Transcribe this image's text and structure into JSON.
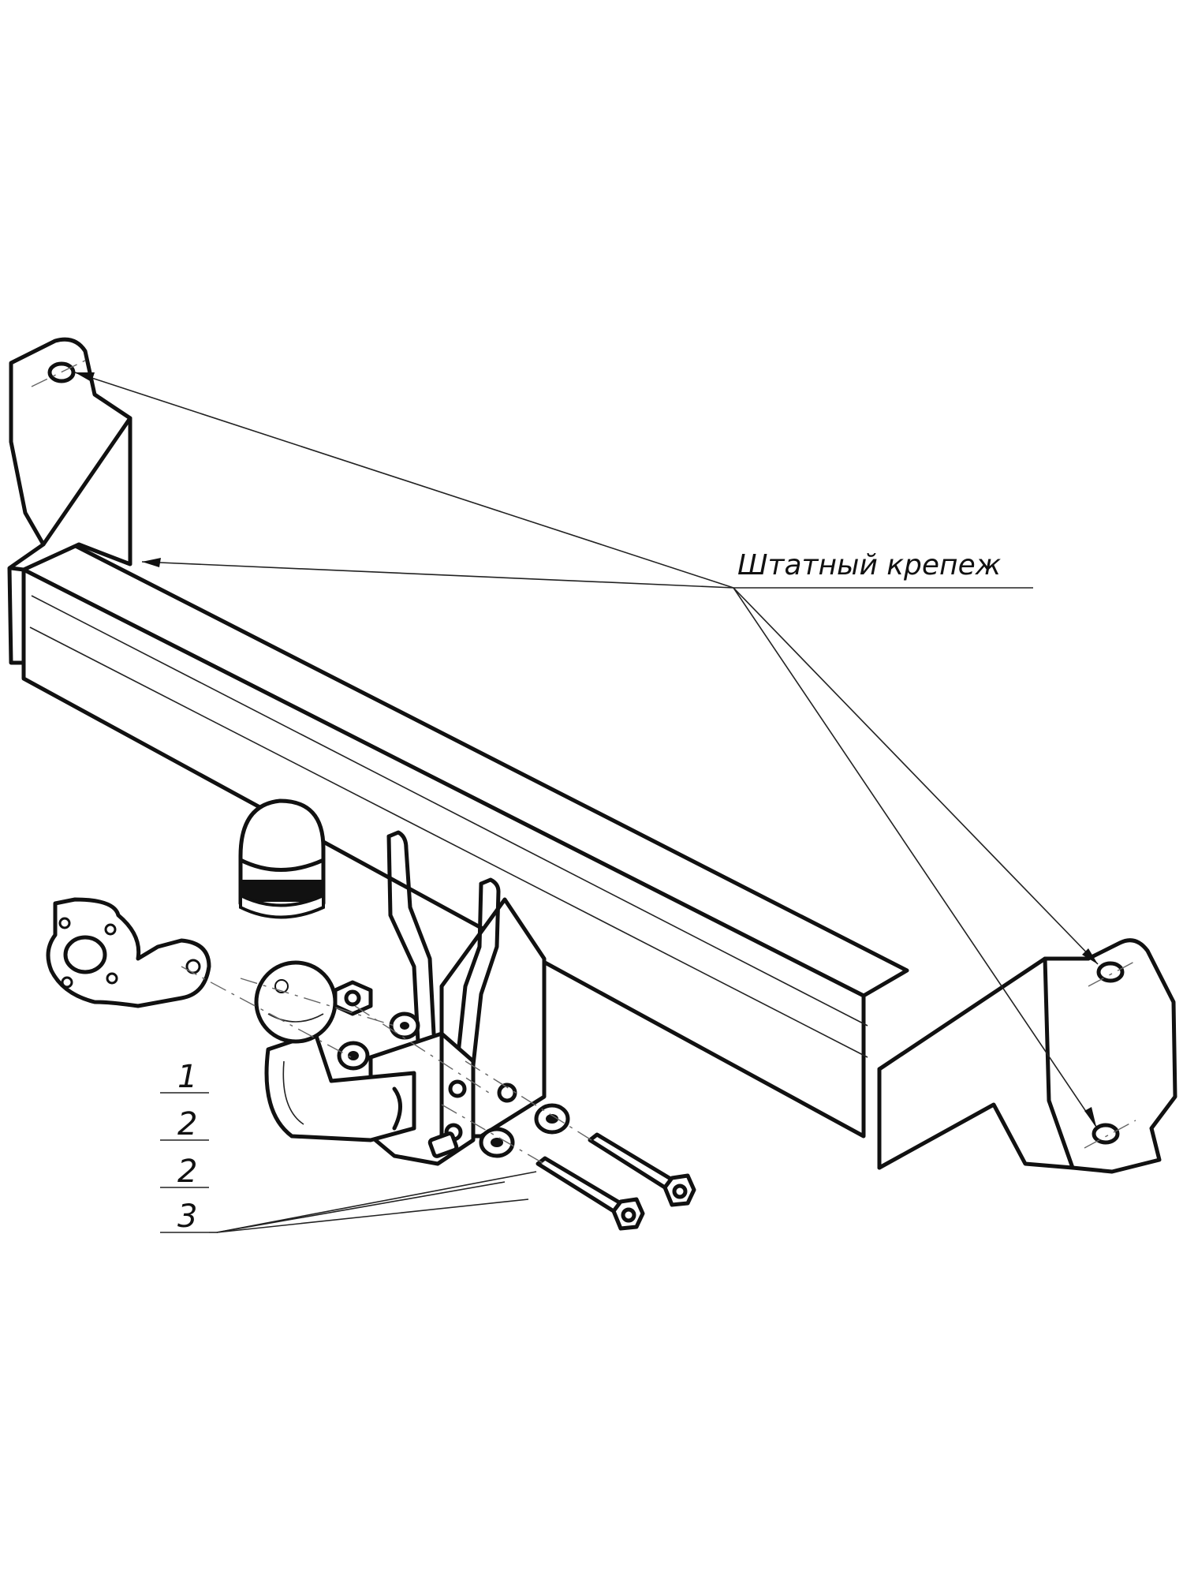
{
  "callout": {
    "text": "Штатный крепеж"
  },
  "parts": [
    {
      "number": "1"
    },
    {
      "number": "2"
    },
    {
      "number": "2"
    },
    {
      "number": "3"
    }
  ],
  "colors": {
    "line": "#111111",
    "background": "#ffffff"
  }
}
